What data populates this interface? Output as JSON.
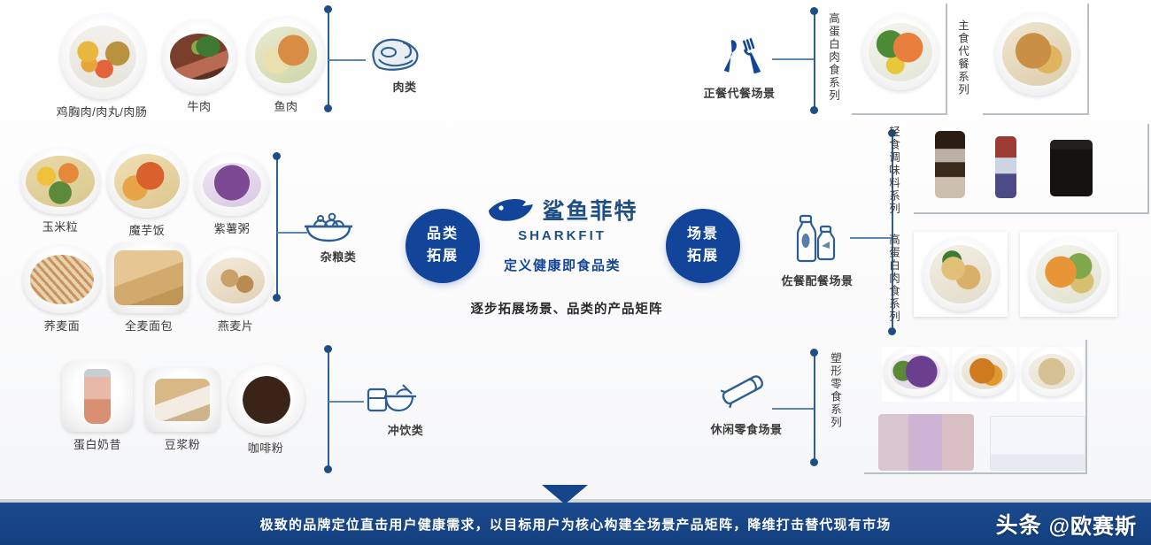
{
  "brand": {
    "wordmark": "鲨鱼菲特",
    "latin": "SHARKFIT",
    "tagline": "定义健康即食品类",
    "logo_icon": "shark-fish-icon"
  },
  "center": {
    "left_circle": {
      "line1": "品类",
      "line2": "拓展"
    },
    "right_circle": {
      "line1": "场景",
      "line2": "拓展"
    },
    "matrix_text": "逐步拓展场景、品类的产品矩阵"
  },
  "left_categories": [
    {
      "id": "meat",
      "icon": "steak-meat-icon",
      "label": "肉类",
      "items": [
        {
          "label": "鸡胸肉/肉丸/肉肠",
          "thumb": "chicken-breast-meatball-sausage-photo"
        },
        {
          "label": "牛肉",
          "thumb": "beef-steak-photo"
        },
        {
          "label": "鱼肉",
          "thumb": "fish-salad-photo"
        }
      ]
    },
    {
      "id": "grains",
      "icon": "rice-bowl-icon",
      "label": "杂粮类",
      "items": [
        {
          "label": "玉米粒",
          "thumb": "corn-kernels-photo"
        },
        {
          "label": "魔芋饭",
          "thumb": "konjac-rice-photo"
        },
        {
          "label": "紫薯粥",
          "thumb": "purple-sweet-potato-porridge-photo"
        },
        {
          "label": "荞麦面",
          "thumb": "buckwheat-noodles-photo"
        },
        {
          "label": "全麦面包",
          "thumb": "whole-wheat-bread-photo"
        },
        {
          "label": "燕麦片",
          "thumb": "oatmeal-photo"
        }
      ]
    },
    {
      "id": "drinks",
      "icon": "cup-and-bowl-icon",
      "label": "冲饮类",
      "items": [
        {
          "label": "蛋白奶昔",
          "thumb": "protein-shake-bottle-photo"
        },
        {
          "label": "豆浆粉",
          "thumb": "soy-milk-powder-photo"
        },
        {
          "label": "咖啡粉",
          "thumb": "coffee-powder-cup-photo"
        }
      ]
    }
  ],
  "right_scenes": [
    {
      "id": "main-meal",
      "icon": "fork-spoon-icon",
      "label": "正餐代餐场景",
      "series": [
        {
          "label": "高蛋白肉食系列",
          "photos": [
            "salmon-vegetable-plate-photo"
          ]
        },
        {
          "label": "主食代餐系列",
          "photos": [
            "fried-rice-plate-photo"
          ]
        }
      ]
    },
    {
      "id": "side-dish",
      "icon": "bottles-icon",
      "label": "佐餐配餐场景",
      "series": [
        {
          "label": "轻食调味料系列",
          "photos": [
            "pepper-grinder-photo",
            "sauce-bottle-photo",
            "sauce-jar-photo"
          ]
        },
        {
          "label": "高蛋白肉食系列",
          "photos": [
            "chicken-cubes-bowl-photo",
            "sausage-veg-plate-photo"
          ]
        }
      ]
    },
    {
      "id": "snack",
      "icon": "snack-bar-icon",
      "label": "休闲零食场景",
      "series": [
        {
          "label": "塑形零食系列",
          "photos": [
            "purple-sweet-potato-photo",
            "dried-fruit-photo",
            "nut-crumble-photo",
            "jelly-pouches-photo",
            "cracker-box-photo"
          ]
        }
      ]
    }
  ],
  "banner": {
    "text": "极致的品牌定位直击用户健康需求，以目标用户为核心构建全场景产品矩阵，降维打击替代现有市场",
    "arrow_icon": "down-arrow-icon"
  },
  "watermark": {
    "platform": "头条",
    "handle": "@欧赛斯"
  },
  "colors": {
    "primary_blue": "#12449a",
    "line_blue": "#1f4e85",
    "banner_blue": "#17458a",
    "frame_gray": "#b9bfc7"
  }
}
